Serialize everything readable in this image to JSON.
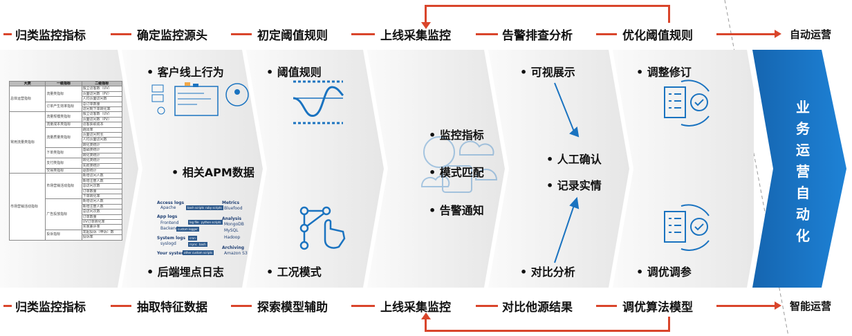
{
  "top_row": {
    "steps": [
      "归类监控指标",
      "确定监控源头",
      "初定阈值规则",
      "上线采集监控",
      "告警排查分析",
      "优化阈值规则"
    ],
    "result": "自动运营"
  },
  "bottom_row": {
    "steps": [
      "归类监控指标",
      "抽取特征数据",
      "探索模型辅助",
      "上线采集监控",
      "对比他源结果",
      "调优算法模型"
    ],
    "result": "智能运营"
  },
  "table": {
    "headers": [
      "大类",
      "一级指标",
      "二级指标"
    ],
    "groups": [
      {
        "category": "总体运营指标",
        "subs": [
          {
            "name": "流量类指标",
            "items": [
              "独立访客数（UV）",
              "页面访问数（PV）",
              "人均页面访问数"
            ]
          },
          {
            "name": "订单产生效率指标",
            "items": [
              "总订单数量",
              "访问到下单转化率"
            ]
          }
        ]
      },
      {
        "category": "常用流量类指标",
        "subs": [
          {
            "name": "流量规模类指标",
            "items": [
              "独立访客数（UV）",
              "页面访问数（PV）"
            ]
          },
          {
            "name": "流量成本类指标",
            "items": [
              "访客获取成本"
            ]
          },
          {
            "name": "流量质量类指标",
            "items": [
              "跳出率",
              "页面访问时长",
              "人均页面访问数",
              "转化类统计"
            ]
          },
          {
            "name": "下单类指标",
            "items": [
              "基础类统计",
              "转化类统计"
            ]
          },
          {
            "name": "支付类指标",
            "items": [
              "转化类统计",
              "失败类统计"
            ]
          },
          {
            "name": "交易类指标",
            "items": [
              "退款统计"
            ]
          }
        ]
      },
      {
        "category": "市场营销活动指标",
        "subs": [
          {
            "name": "市场营销活动指标",
            "items": [
              "新增访问人数",
              "新增注册人数",
              "总访问次数",
              "订单数量",
              "下单转化率"
            ]
          },
          {
            "name": "广告投放指标",
            "items": [
              "新增访问人数",
              "新增注册人数",
              "总访问次数",
              "订单数量",
              "UV订单转化率",
              "买家差评率"
            ]
          },
          {
            "name": "投诉指标",
            "items": [
              "发起投诉（申诉）数",
              "投诉率"
            ]
          }
        ]
      }
    ]
  },
  "col2": {
    "b1": "客户线上行为",
    "b2": "相关APM数据",
    "b3": "后端埋点日志",
    "apm": {
      "access": "Access logs",
      "apache": "Apache",
      "app": "App logs",
      "frontend": "Frontend",
      "backend": "Backend",
      "system": "System logs",
      "syslogd": "syslogd",
      "your": "Your system",
      "metrics": "Metrics",
      "bluefood": "Bluefood",
      "analysis": "Analysis",
      "mongo": "MongoDB",
      "mysql": "MySQL",
      "hadoop": "Hadoop",
      "archiving": "Archiving",
      "s3": "Amazon S3",
      "boxes": [
        "bash scripts",
        "ruby scripts",
        "log file",
        "python scripts",
        "custom logger",
        "cron",
        "rsync",
        "bash",
        "other custom scripts"
      ]
    }
  },
  "col3": {
    "b1": "阈值规则",
    "b2": "工况模式"
  },
  "col4": {
    "b1": "监控指标",
    "b2": "模式匹配",
    "b3": "告警通知"
  },
  "col5": {
    "b1": "可视展示",
    "b2": "人工确认",
    "b3": "记录实情",
    "b4": "对比分析"
  },
  "col6": {
    "b1": "调整修订",
    "b2": "调优调参"
  },
  "final": {
    "label": "业务运营自动化"
  },
  "colors": {
    "accent": "#d9452b",
    "blue": "#1a73c0",
    "chevron": "#f0f0f0"
  }
}
